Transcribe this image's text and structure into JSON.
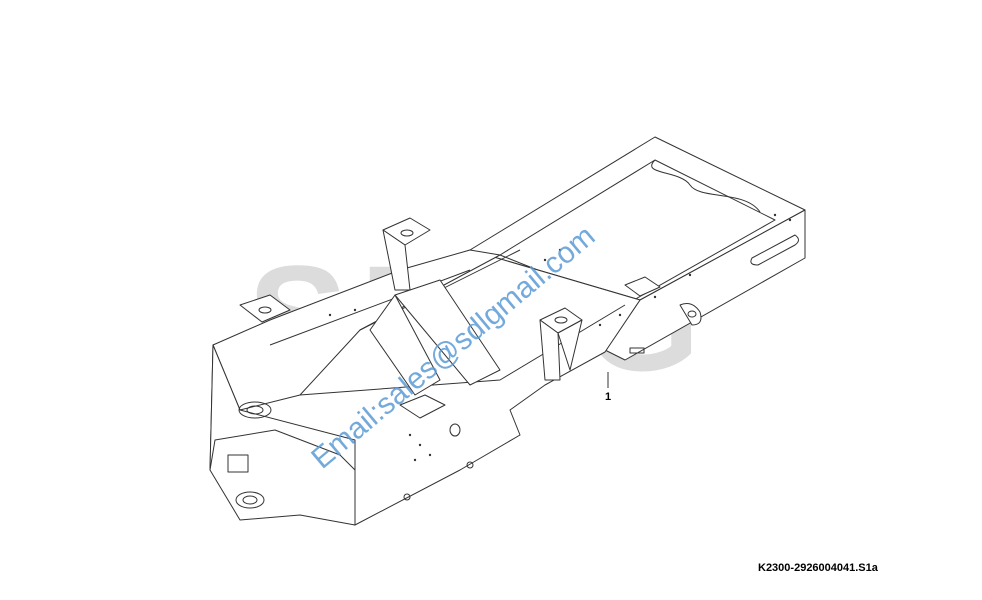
{
  "watermark": {
    "logo_text": "SDLG",
    "email": "Email:sales@sdlgmail.com",
    "logo_color": "#d9d9d9",
    "email_color": "#6fa8dc"
  },
  "diagram": {
    "part_callout": "1",
    "drawing_code": "K2300-2926004041.S1a",
    "line_color": "#333333"
  }
}
